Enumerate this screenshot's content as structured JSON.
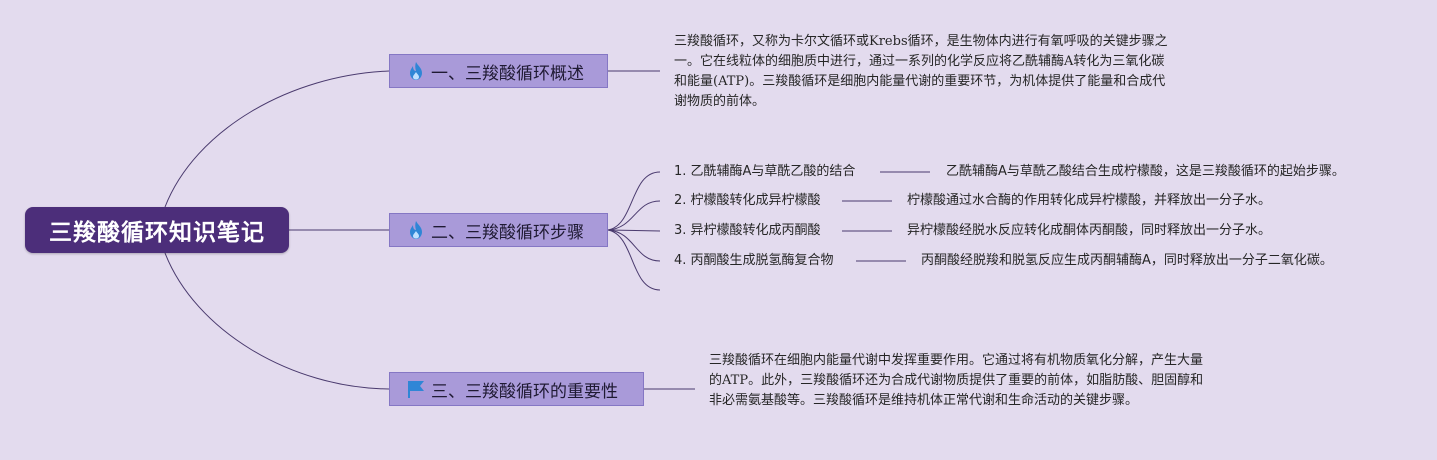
{
  "root": {
    "title": "三羧酸循环知识笔记"
  },
  "branches": [
    {
      "title": "一、三羧酸循环概述",
      "icon": "flame-icon",
      "note": "三羧酸循环，又称为卡尔文循环或Krebs循环，是生物体内进行有氧呼吸的关键步骤之一。它在线粒体的细胞质中进行，通过一系列的化学反应将乙酰辅酶A转化为三氧化碳和能量(ATP)。三羧酸循环是细胞内能量代谢的重要环节，为机体提供了能量和合成代谢物质的前体。"
    },
    {
      "title": "二、三羧酸循环步骤",
      "icon": "flame-icon",
      "steps": [
        {
          "label": "1. 乙酰辅酶A与草酰乙酸的结合",
          "desc": "乙酰辅酶A与草酰乙酸结合生成柠檬酸，这是三羧酸循环的起始步骤。"
        },
        {
          "label": "2. 柠檬酸转化成异柠檬酸",
          "desc": "柠檬酸通过水合酶的作用转化成异柠檬酸，并释放出一分子水。"
        },
        {
          "label": "3. 异柠檬酸转化成丙酮酸",
          "desc": "异柠檬酸经脱水反应转化成酮体丙酮酸，同时释放出一分子水。"
        },
        {
          "label": "4. 丙酮酸生成脱氢酶复合物",
          "desc": "丙酮酸经脱羧和脱氢反应生成丙酮辅酶A，同时释放出一分子二氧化碳。"
        }
      ]
    },
    {
      "title": "三、三羧酸循环的重要性",
      "icon": "flag-icon",
      "note": "三羧酸循环在细胞内能量代谢中发挥重要作用。它通过将有机物质氧化分解，产生大量的ATP。此外，三羧酸循环还为合成代谢物质提供了重要的前体，如脂肪酸、胆固醇和非必需氨基酸等。三羧酸循环是维持机体正常代谢和生命活动的关键步骤。"
    }
  ],
  "colors": {
    "background": "#e3dbee",
    "root": "#4c2e7a",
    "branch": "#a99ad9",
    "line": "#4a3a6e",
    "flame_icon": "#2f86d6",
    "flag_icon": "#2f86d6"
  }
}
